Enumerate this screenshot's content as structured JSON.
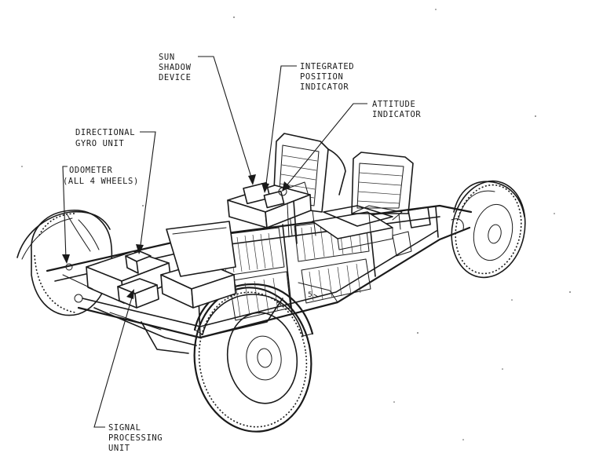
{
  "labels": {
    "sun_shadow_device": [
      "SUN",
      "SHADOW",
      "DEVICE"
    ],
    "integrated_position_indicator": [
      "INTEGRATED",
      "POSITION",
      "INDICATOR"
    ],
    "attitude_indicator": [
      "ATTITUDE",
      "INDICATOR"
    ],
    "directional_gyro_unit": [
      "DIRECTIONAL",
      "GYRO UNIT"
    ],
    "odometer": [
      "ODOMETER",
      "(ALL 4 WHEELS)"
    ],
    "signal_processing_unit": [
      "SIGNAL",
      "PROCESSING",
      "UNIT"
    ]
  }
}
